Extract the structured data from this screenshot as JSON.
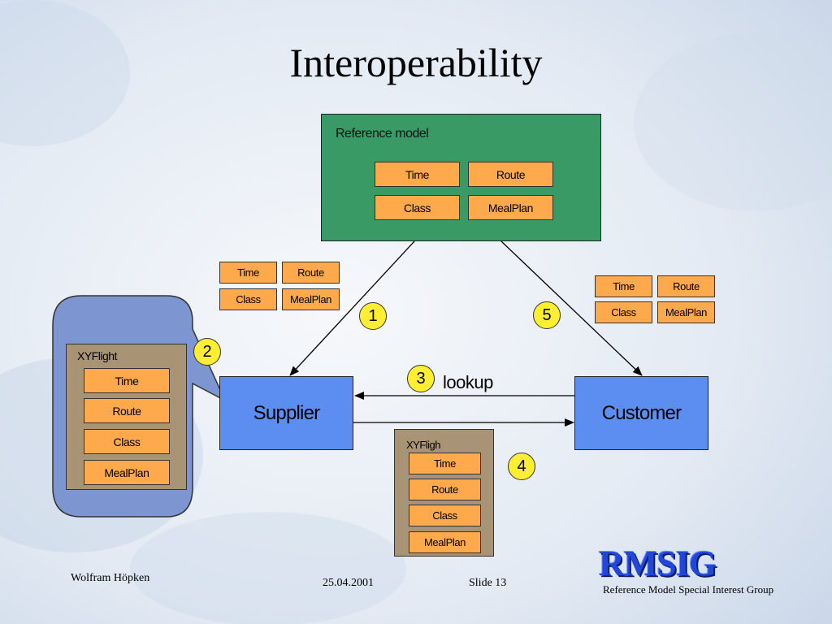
{
  "slide": {
    "title": "Interoperability"
  },
  "reference_model": {
    "label": "Reference model",
    "objects": [
      "Time",
      "Route",
      "Class",
      "MealPlan"
    ]
  },
  "left_objects": [
    "Time",
    "Route",
    "Class",
    "MealPlan"
  ],
  "right_objects": [
    "Time",
    "Route",
    "Class",
    "MealPlan"
  ],
  "supplier": {
    "label": "Supplier"
  },
  "customer": {
    "label": "Customer"
  },
  "lookup": {
    "label": "lookup"
  },
  "callout": {
    "label": "XYFlight",
    "objects": [
      "Time",
      "Route",
      "Class",
      "MealPlan"
    ]
  },
  "message": {
    "label": "XYFligh",
    "objects": [
      "Time",
      "Route",
      "Class",
      "MealPlan"
    ]
  },
  "steps": [
    "1",
    "2",
    "3",
    "4",
    "5"
  ],
  "footer": {
    "author": "Wolfram Höpken",
    "date": "25.04.2001",
    "slide": "Slide 13"
  },
  "logo": {
    "text": "RMSIG",
    "subtitle": "Reference Model Special Interest Group"
  },
  "colors": {
    "reference_model": "#3a9a66",
    "object": "#ffa94d",
    "party": "#5b8ef0",
    "container": "#a89374",
    "callout": "#7d95d0",
    "step_marker": "#ffee33",
    "logo": "#2047d8"
  }
}
